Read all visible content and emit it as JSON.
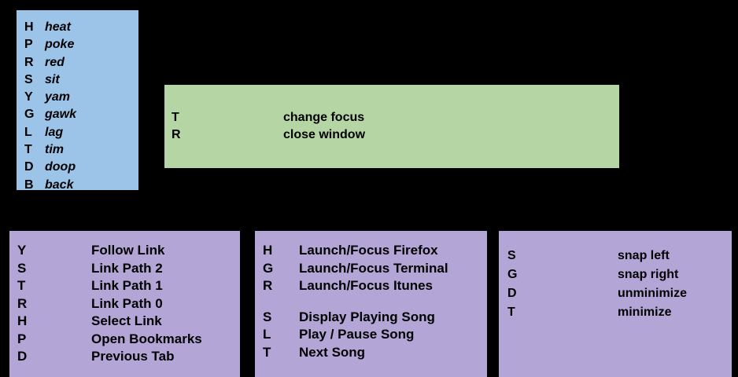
{
  "panels": {
    "keys": {
      "title": "mnemonic-key-list",
      "color": "#9CC3E8",
      "rows": [
        {
          "key": "H",
          "label": "heat"
        },
        {
          "key": "P",
          "label": "poke"
        },
        {
          "key": "R",
          "label": "red"
        },
        {
          "key": "S",
          "label": "sit"
        },
        {
          "key": "Y",
          "label": "yam"
        },
        {
          "key": "G",
          "label": "gawk"
        },
        {
          "key": "L",
          "label": "lag"
        },
        {
          "key": "T",
          "label": "tim"
        },
        {
          "key": "D",
          "label": "doop"
        },
        {
          "key": "B",
          "label": "back"
        }
      ]
    },
    "window": {
      "title": "window-focus-commands",
      "color": "#B5D6A4",
      "rows": [
        {
          "key": "T",
          "label": "change focus"
        },
        {
          "key": "R",
          "label": "close window"
        }
      ]
    },
    "browser": {
      "title": "browser-commands",
      "color": "#B3A6D6",
      "rows": [
        {
          "key": "Y",
          "label": "Follow Link"
        },
        {
          "key": "S",
          "label": "Link Path 2"
        },
        {
          "key": "T",
          "label": "Link Path 1"
        },
        {
          "key": "R",
          "label": "Link Path 0"
        },
        {
          "key": "H",
          "label": "Select Link"
        },
        {
          "key": "P",
          "label": "Open Bookmarks"
        },
        {
          "key": "D",
          "label": "Previous Tab"
        }
      ]
    },
    "apps": {
      "title": "app-and-music-commands",
      "color": "#B3A6D6",
      "rows": [
        {
          "key": "H",
          "label": "Launch/Focus Firefox"
        },
        {
          "key": "G",
          "label": "Launch/Focus Terminal"
        },
        {
          "key": "R",
          "label": "Launch/Focus Itunes"
        },
        {
          "key": "",
          "label": "",
          "spacer": true
        },
        {
          "key": "S",
          "label": "Display Playing Song"
        },
        {
          "key": "L",
          "label": "Play / Pause Song"
        },
        {
          "key": "T",
          "label": "Next Song"
        }
      ]
    },
    "wm": {
      "title": "window-manager-commands",
      "color": "#B3A6D6",
      "rows": [
        {
          "key": "S",
          "label": "snap left"
        },
        {
          "key": "G",
          "label": "snap right"
        },
        {
          "key": "D",
          "label": "unminimize"
        },
        {
          "key": "T",
          "label": "minimize"
        }
      ]
    }
  }
}
